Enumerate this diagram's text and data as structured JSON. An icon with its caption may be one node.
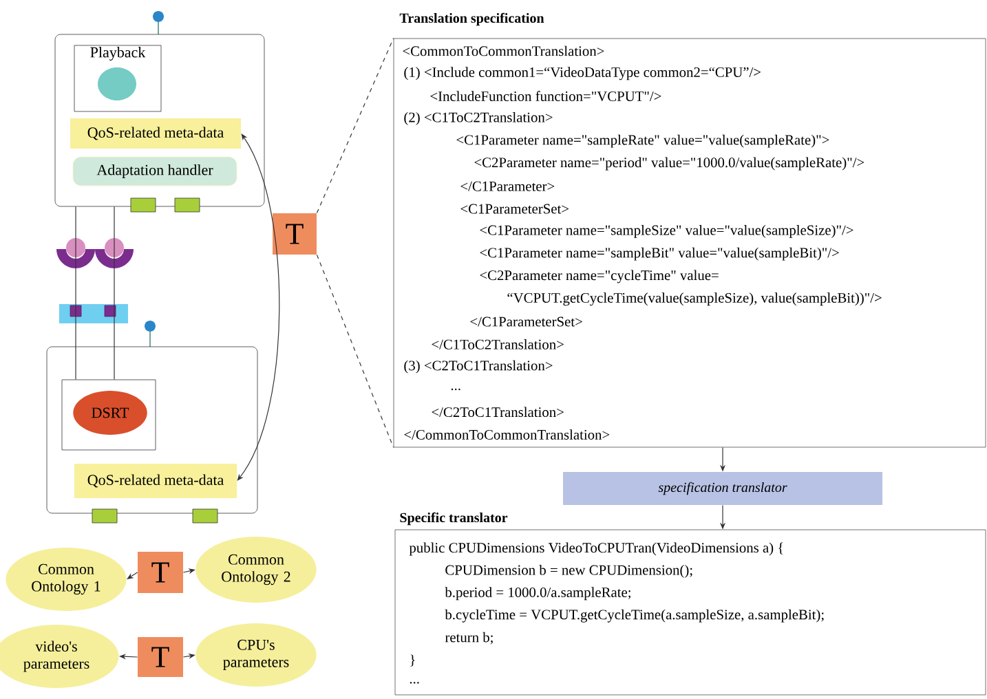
{
  "diagram": {
    "nodes": [
      {
        "text": [],
        "shape": "box"
      },
      {
        "text": [
          "Playback"
        ],
        "in": 0
      },
      {
        "text": [
          "QoS-related meta-data"
        ],
        "in": 0
      },
      {
        "text": [
          "Adaptation handler"
        ],
        "in": 0
      },
      {
        "text": [],
        "shape": "box"
      },
      {
        "text": [],
        "shape": "box",
        "in": 4
      },
      {
        "text": [
          "DSRT"
        ],
        "in": 5
      },
      {
        "text": [
          "QoS-related meta-data"
        ],
        "in": 4
      },
      {
        "text": [
          "T"
        ]
      },
      {
        "text": [
          "Translation specification",
          "<CommonToCommonTranslation>",
          "(1) <Include common1=“VideoDataType common2=“CPU”/>",
          "<IncludeFunction function=\"VCPUT\"/>",
          "(2) <C1ToC2Translation>",
          "<C1Parameter name=\"sampleRate\" value=\"value(sampleRate)\">",
          "<C2Parameter name=\"period\" value=\"1000.0/value(sampleRate)\"/>",
          "</C1Parameter>",
          "<C1ParameterSet>",
          "<C1Parameter name=\"sampleSize\" value=\"value(sampleSize)\"/>",
          "<C1Parameter name=\"sampleBit\" value=\"value(sampleBit)\"/>",
          "<C2Parameter name=\"cycleTime\" value=",
          "“VCPUT.getCycleTime(value(sampleSize), value(sampleBit))\"/>",
          "</C1ParameterSet>",
          "</C1ToC2Translation>",
          "(3) <C2ToC1Translation>",
          "...",
          "</C2ToC1Translation>",
          "</CommonToCommonTranslation>"
        ]
      },
      {
        "text": [
          "specification translator"
        ]
      },
      {
        "text": [
          "Specific translator",
          "public CPUDimensions VideoToCPUTran(VideoDimensions a) {",
          "CPUDimension b = new CPUDimension();",
          "b.period = 1000.0/a.sampleRate;",
          "b.cycleTime = VCPUT.getCycleTime(a.sampleSize, a.sampleBit);",
          "return b;",
          "}",
          "..."
        ]
      },
      {
        "text": [
          "Common Ontology 1"
        ]
      },
      {
        "text": [
          "T"
        ]
      },
      {
        "text": [
          "Common Ontology 2"
        ]
      },
      {
        "text": [
          "video's parameters"
        ]
      },
      {
        "text": [
          "T"
        ]
      },
      {
        "text": [
          "CPU's parameters"
        ]
      }
    ],
    "edges": [
      {
        "from": 2,
        "to": 7,
        "arrow": "both"
      },
      {
        "from": 8,
        "to": 9,
        "arrow": "none",
        "style": "dashed"
      },
      {
        "from": 8,
        "to": 9,
        "arrow": "none",
        "style": "dashed"
      },
      {
        "from": 9,
        "to": 10,
        "arrow": "to"
      },
      {
        "from": 10,
        "to": 11,
        "arrow": "to"
      },
      {
        "from": 13,
        "to": 12,
        "arrow": "to"
      },
      {
        "from": 13,
        "to": 14,
        "arrow": "to"
      },
      {
        "from": 16,
        "to": 15,
        "arrow": "to"
      },
      {
        "from": 16,
        "to": 17,
        "arrow": "to"
      },
      {
        "from": 0,
        "to": 5,
        "arrow": "none"
      },
      {
        "from": 0,
        "to": 5,
        "arrow": "none"
      }
    ]
  }
}
